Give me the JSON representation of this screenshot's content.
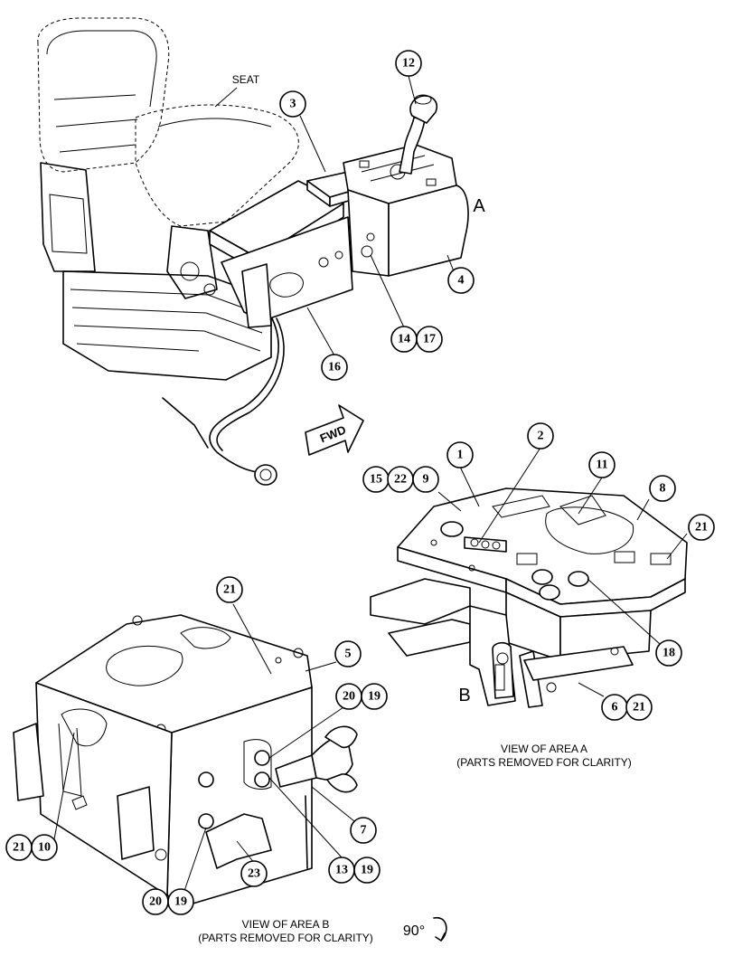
{
  "labels": {
    "seat": "SEAT",
    "area_a": "A",
    "area_b": "B",
    "fwd": "FWD",
    "rotation": "90°"
  },
  "captions": {
    "view_a_line1": "VIEW OF AREA A",
    "view_a_line2": "(PARTS REMOVED FOR CLARITY)",
    "view_b_line1": "VIEW OF AREA B",
    "view_b_line2": "(PARTS REMOVED FOR CLARITY)"
  },
  "callouts": {
    "c12": "12",
    "c3": "3",
    "c4": "4",
    "c14": "14",
    "c17": "17",
    "c16": "16",
    "c2": "2",
    "c1": "1",
    "c11": "11",
    "c15": "15",
    "c22a": "22",
    "c9": "9",
    "c8": "8",
    "c21a": "21",
    "c18": "18",
    "c6": "6",
    "c21b": "21",
    "c21c": "21",
    "c5": "5",
    "c20a": "20",
    "c19a": "19",
    "c7": "7",
    "c13": "13",
    "c19b": "19",
    "c21d": "21",
    "c10": "10",
    "c23": "23",
    "c20b": "20",
    "c19c": "19"
  }
}
